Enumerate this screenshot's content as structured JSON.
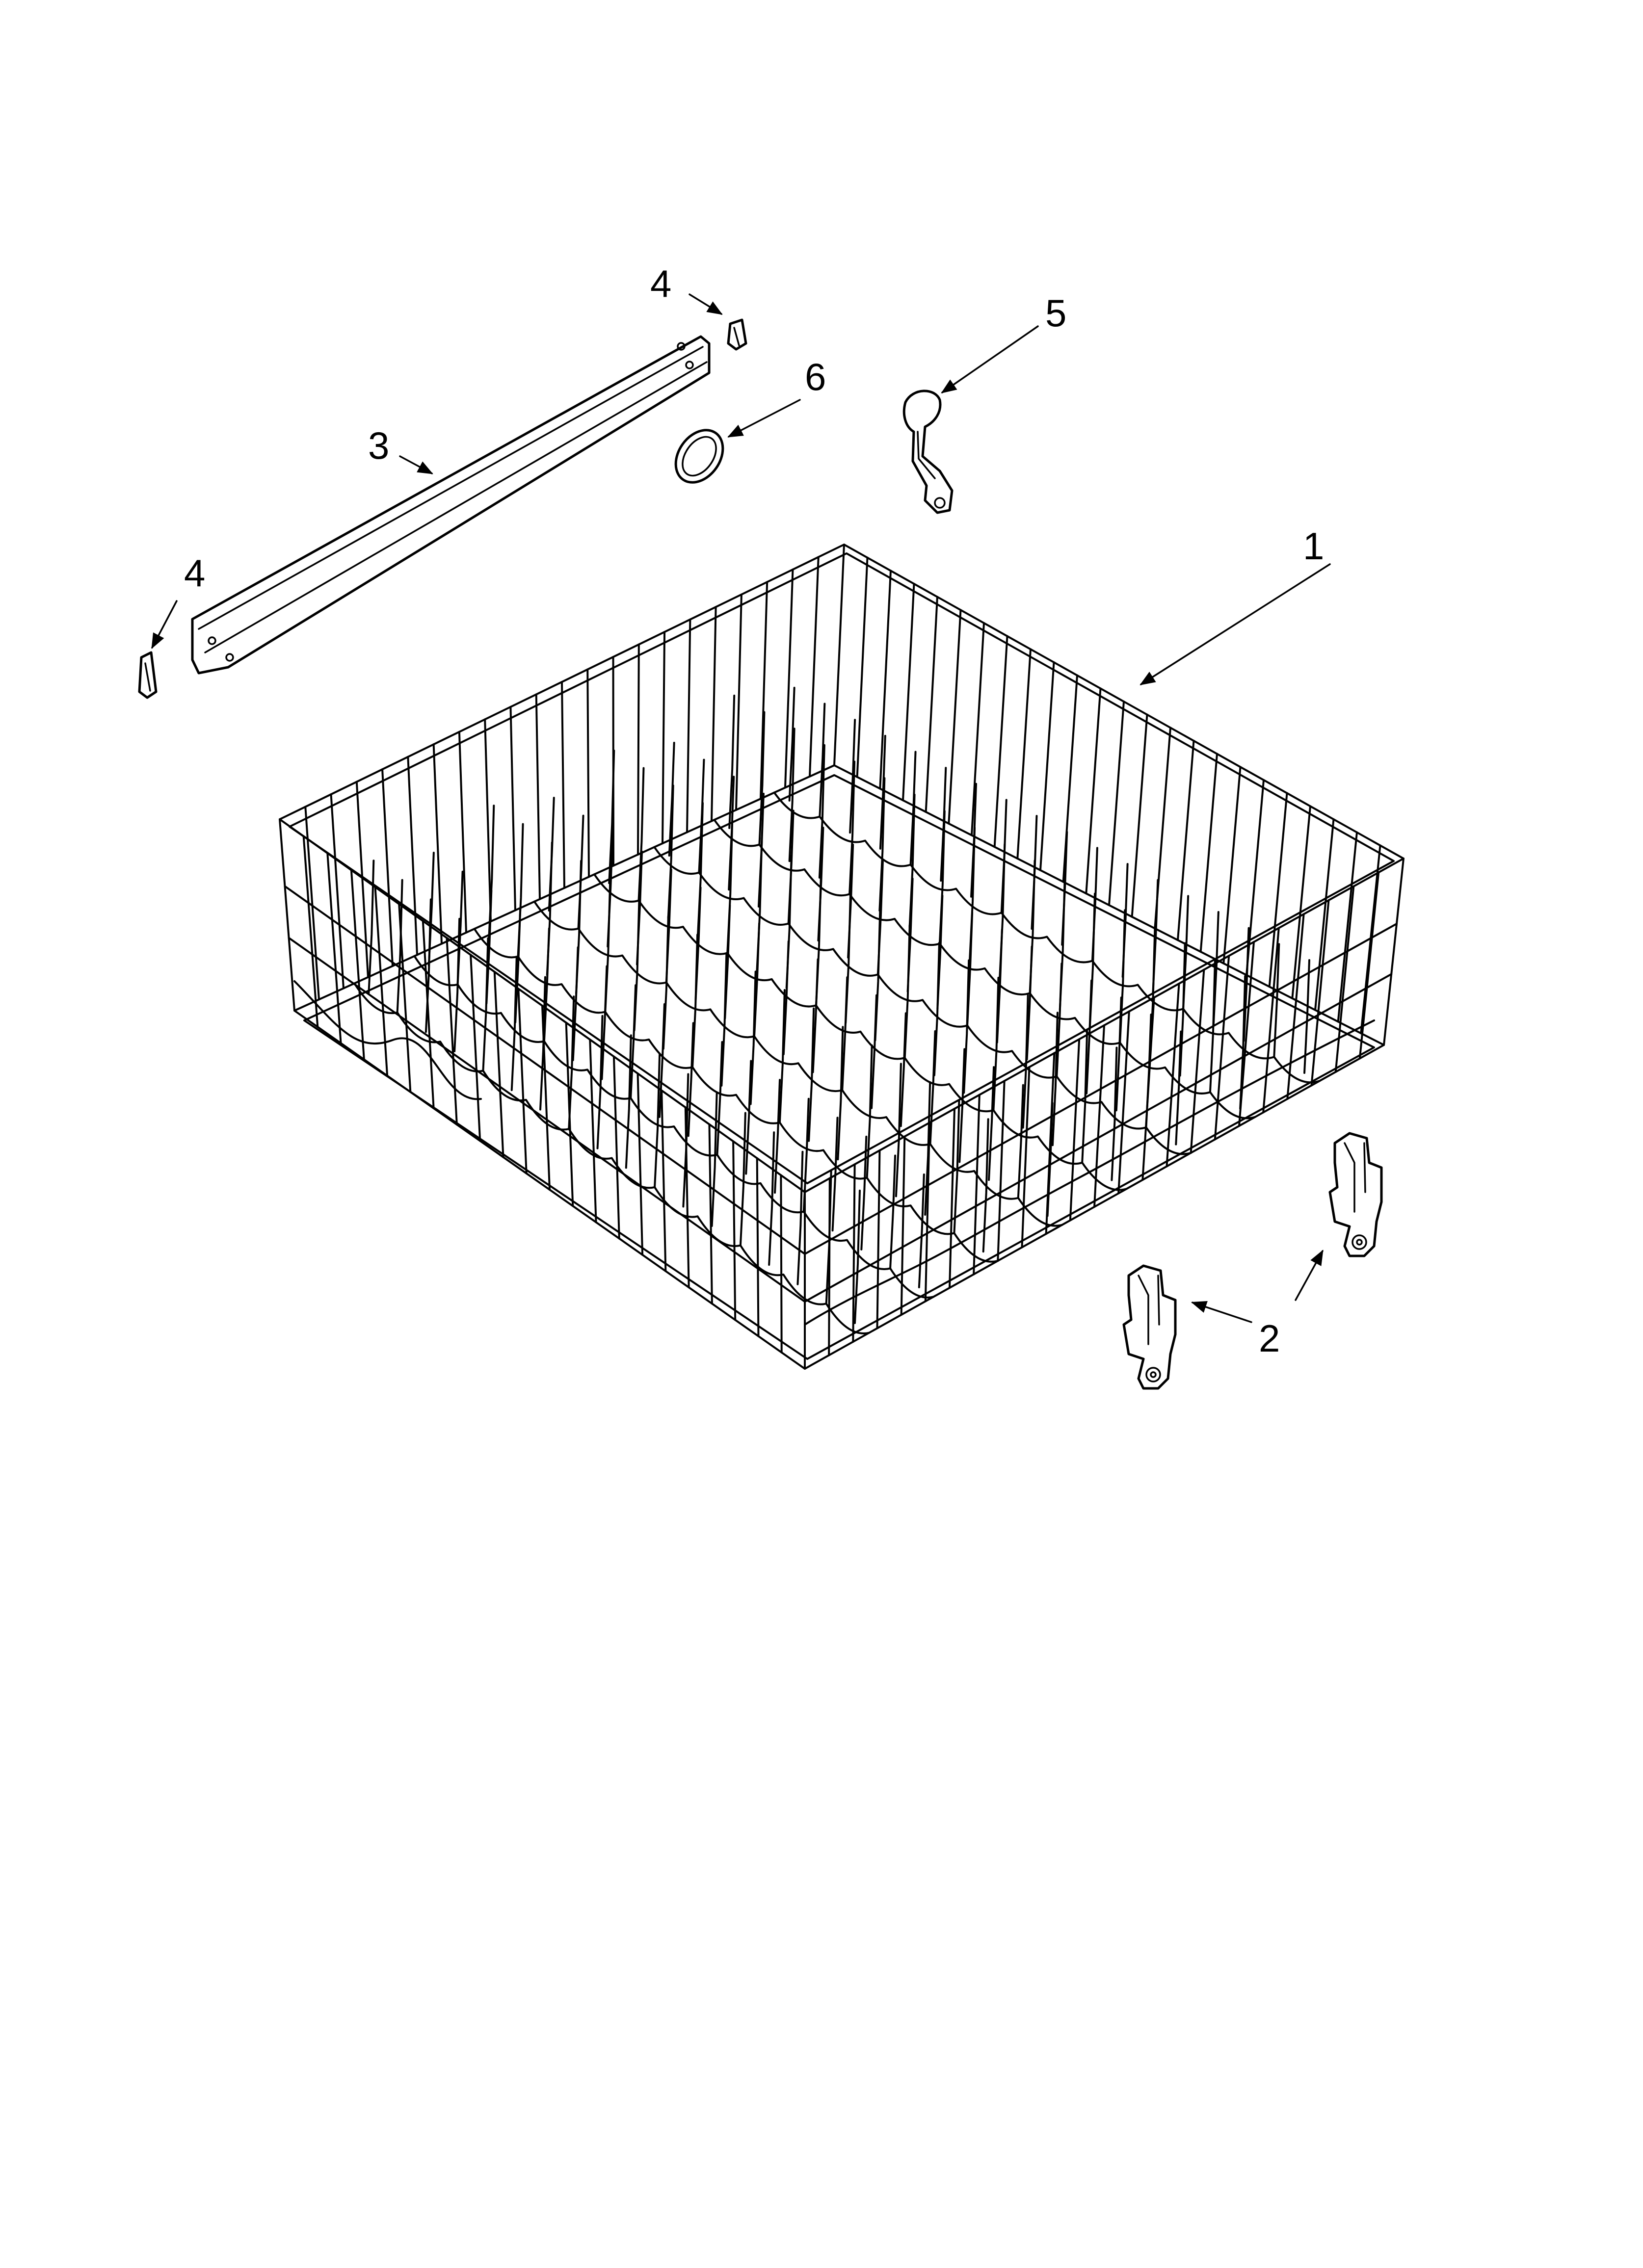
{
  "diagram": {
    "callouts": [
      {
        "id": "c1",
        "label": "1"
      },
      {
        "id": "c2",
        "label": "2"
      },
      {
        "id": "c3",
        "label": "3"
      },
      {
        "id": "c4a",
        "label": "4"
      },
      {
        "id": "c4b",
        "label": "4"
      },
      {
        "id": "c5",
        "label": "5"
      },
      {
        "id": "c6",
        "label": "6"
      }
    ]
  }
}
